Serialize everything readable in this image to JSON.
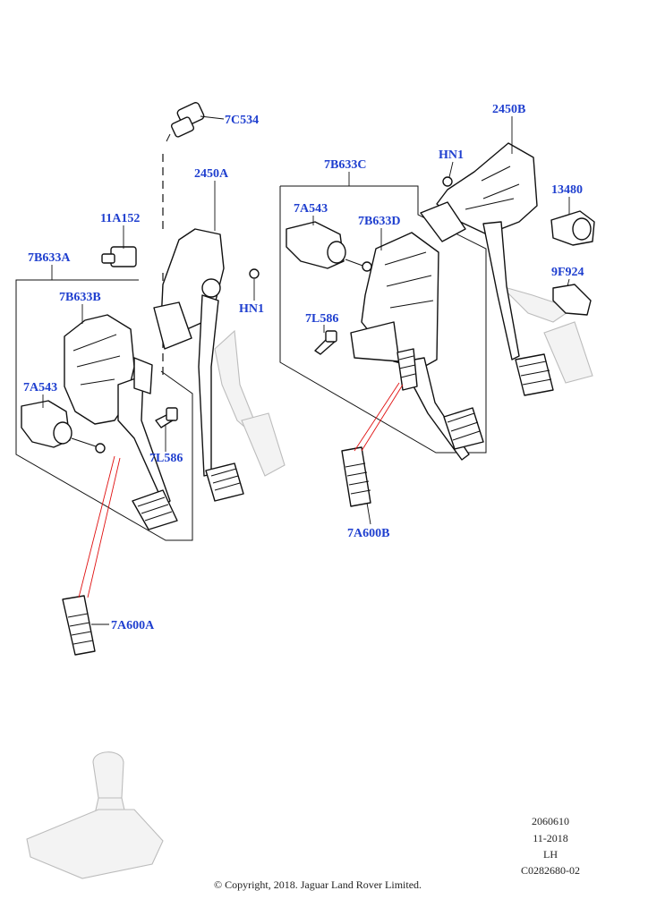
{
  "callouts": {
    "c7C534": "7C534",
    "c2450A": "2450A",
    "c11A152": "11A152",
    "c7B633A": "7B633A",
    "c7B633B": "7B633B",
    "c7A543_left": "7A543",
    "c7L586_left": "7L586",
    "cHN1_left": "HN1",
    "c7A600A": "7A600A",
    "c7B633C": "7B633C",
    "c7A543_mid": "7A543",
    "c7B633D": "7B633D",
    "c7L586_mid": "7L586",
    "c7A600B": "7A600B",
    "cHN1_right": "HN1",
    "c2450B": "2450B",
    "c13480": "13480",
    "c9F924": "9F924"
  },
  "meta": {
    "ref_number": "2060610",
    "date": "11-2018",
    "drive_side": "LH",
    "drawing_code": "C0282680-02"
  },
  "copyright": "© Copyright, 2018. Jaguar Land Rover Limited.",
  "colors": {
    "callout_text": "#1f3fcf",
    "leader_line": "#111111",
    "highlight_line": "#e01010"
  }
}
